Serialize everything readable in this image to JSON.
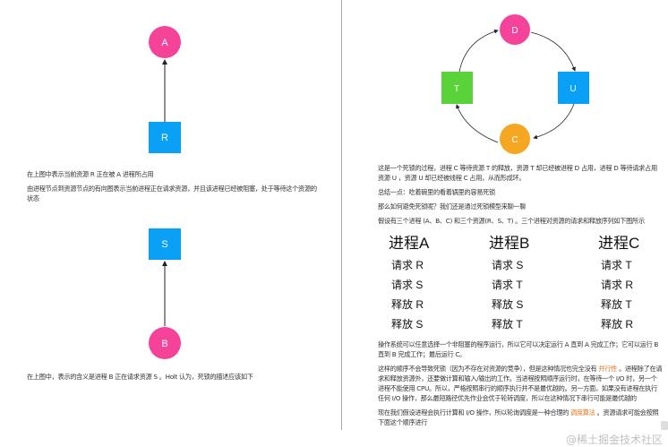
{
  "left": {
    "diagram1": {
      "process": "A",
      "resource": "R"
    },
    "text1": "在上图中表示当前资源 R 正在被 A 进程所占用",
    "text2": "由进程节点到资源节点的有向图表示当前进程正在请求资源，并且该进程已经被阻塞，处于等待这个资源的状态",
    "diagram2": {
      "process": "B",
      "resource": "S"
    },
    "text3": "在上图中，表示的含义是进程 B 正在请求资源 S 。Holt 认为，死锁的描述应该如下"
  },
  "right": {
    "cycle": {
      "top": "D",
      "right": "U",
      "bottom": "C",
      "left": "T"
    },
    "colors": {
      "pink": "#f6439a",
      "blue": "#0aa0f6",
      "green": "#5ad33a",
      "orange": "#f5a623"
    },
    "text1": "这是一个死锁的过程，进程 C 等待资源 T 的释放，资源 T 却已经被进程 D 占用，进程 D 等待请求占用资源 U ，资源 U 却已经被线程 C 占用，从而形成环。",
    "text2": "总结一点：吃着碗里的看着锅里的容易死锁",
    "text3": "那么如何避免死锁呢？我们还是通过死锁模型来聊一聊",
    "text4": "假设有三个进程 (A、B、C) 和三个资源(R、S、T) 。三个进程对资源的请求和释放序列如下图所示",
    "table": [
      {
        "header": "进程A",
        "rows": [
          "请求 R",
          "请求 S",
          "释放 R",
          "释放 S"
        ]
      },
      {
        "header": "进程B",
        "rows": [
          "请求 S",
          "请求 T",
          "释放 S",
          "释放 T"
        ]
      },
      {
        "header": "进程C",
        "rows": [
          "请求 T",
          "请求 R",
          "释放 T",
          "释放 R"
        ]
      }
    ],
    "text5": "操作系统可以任意选择一个非阻塞的程序运行，所以它可以决定运行 A 直到 A 完成工作；它可以运行 B 直到 B 完成工作；最后运行 C。",
    "text6a": "这样的顺序不会导致死锁（因为不存在对资源的竞争），但是这种情况也完全没有 ",
    "text6hl": "并行性",
    "text6b": " 。进程除了在请求和释放资源外，还要做计算和输入/输出的工作。当进程按照顺序运行时，在等待一个 I/O 时，另一个进程不能使用 CPU。所以，严格按照串行的顺序执行并不是最优越的。另一方面，如果没有进程在执行任何 I/O 操作，那么最短路径优先作业会优于轮转调度，所以在这种情况下串行可能是最优越的",
    "text7a": "现在我们假设进程会执行计算和 I/O 操作，所以轮询调度是一种合理的 ",
    "text7hl": "调度算法",
    "text7b": " 。资源请求可能会按照下面这个顺序进行",
    "watermark": "@稀土掘金技术社区"
  }
}
